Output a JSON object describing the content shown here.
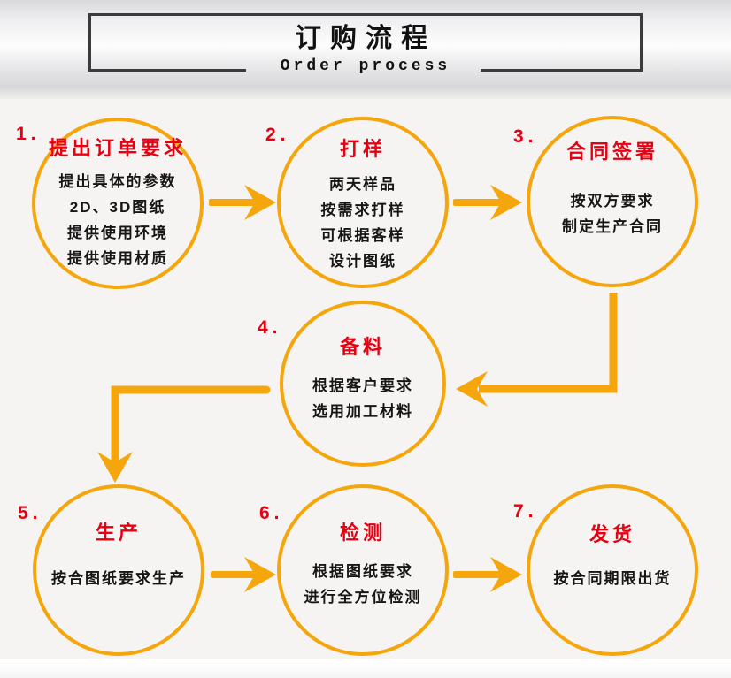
{
  "header": {
    "title": "订购流程",
    "subtitle": "Order process"
  },
  "steps": [
    {
      "number": "1.",
      "title": "提出订单要求",
      "lines": [
        "提出具体的参数",
        "2D、3D图纸",
        "提供使用环境",
        "提供使用材质"
      ]
    },
    {
      "number": "2.",
      "title": "打样",
      "lines": [
        "两天样品",
        "按需求打样",
        "可根据客样",
        "设计图纸"
      ]
    },
    {
      "number": "3.",
      "title": "合同签署",
      "lines": [
        "按双方要求",
        "制定生产合同"
      ]
    },
    {
      "number": "4.",
      "title": "备料",
      "lines": [
        "根据客户要求",
        "选用加工材料"
      ]
    },
    {
      "number": "5.",
      "title": "生产",
      "lines": [
        "按合图纸要求生产"
      ]
    },
    {
      "number": "6.",
      "title": "检测",
      "lines": [
        "根据图纸要求",
        "进行全方位检测"
      ]
    },
    {
      "number": "7.",
      "title": "发货",
      "lines": [
        "按合同期限出货"
      ]
    }
  ],
  "connectors": [
    {
      "from": "step-1",
      "to": "step-2",
      "shape": "straight-right"
    },
    {
      "from": "step-2",
      "to": "step-3",
      "shape": "straight-right"
    },
    {
      "from": "step-3",
      "to": "step-4",
      "shape": "elbow-down-left"
    },
    {
      "from": "step-4",
      "to": "step-5",
      "shape": "elbow-left-down"
    },
    {
      "from": "step-5",
      "to": "step-6",
      "shape": "straight-right"
    },
    {
      "from": "step-6",
      "to": "step-7",
      "shape": "straight-right"
    }
  ],
  "colors": {
    "accent_gold": "#F5A60D",
    "accent_red": "#E60012",
    "text_black": "#161616",
    "box_border": "#3B3B3D"
  }
}
